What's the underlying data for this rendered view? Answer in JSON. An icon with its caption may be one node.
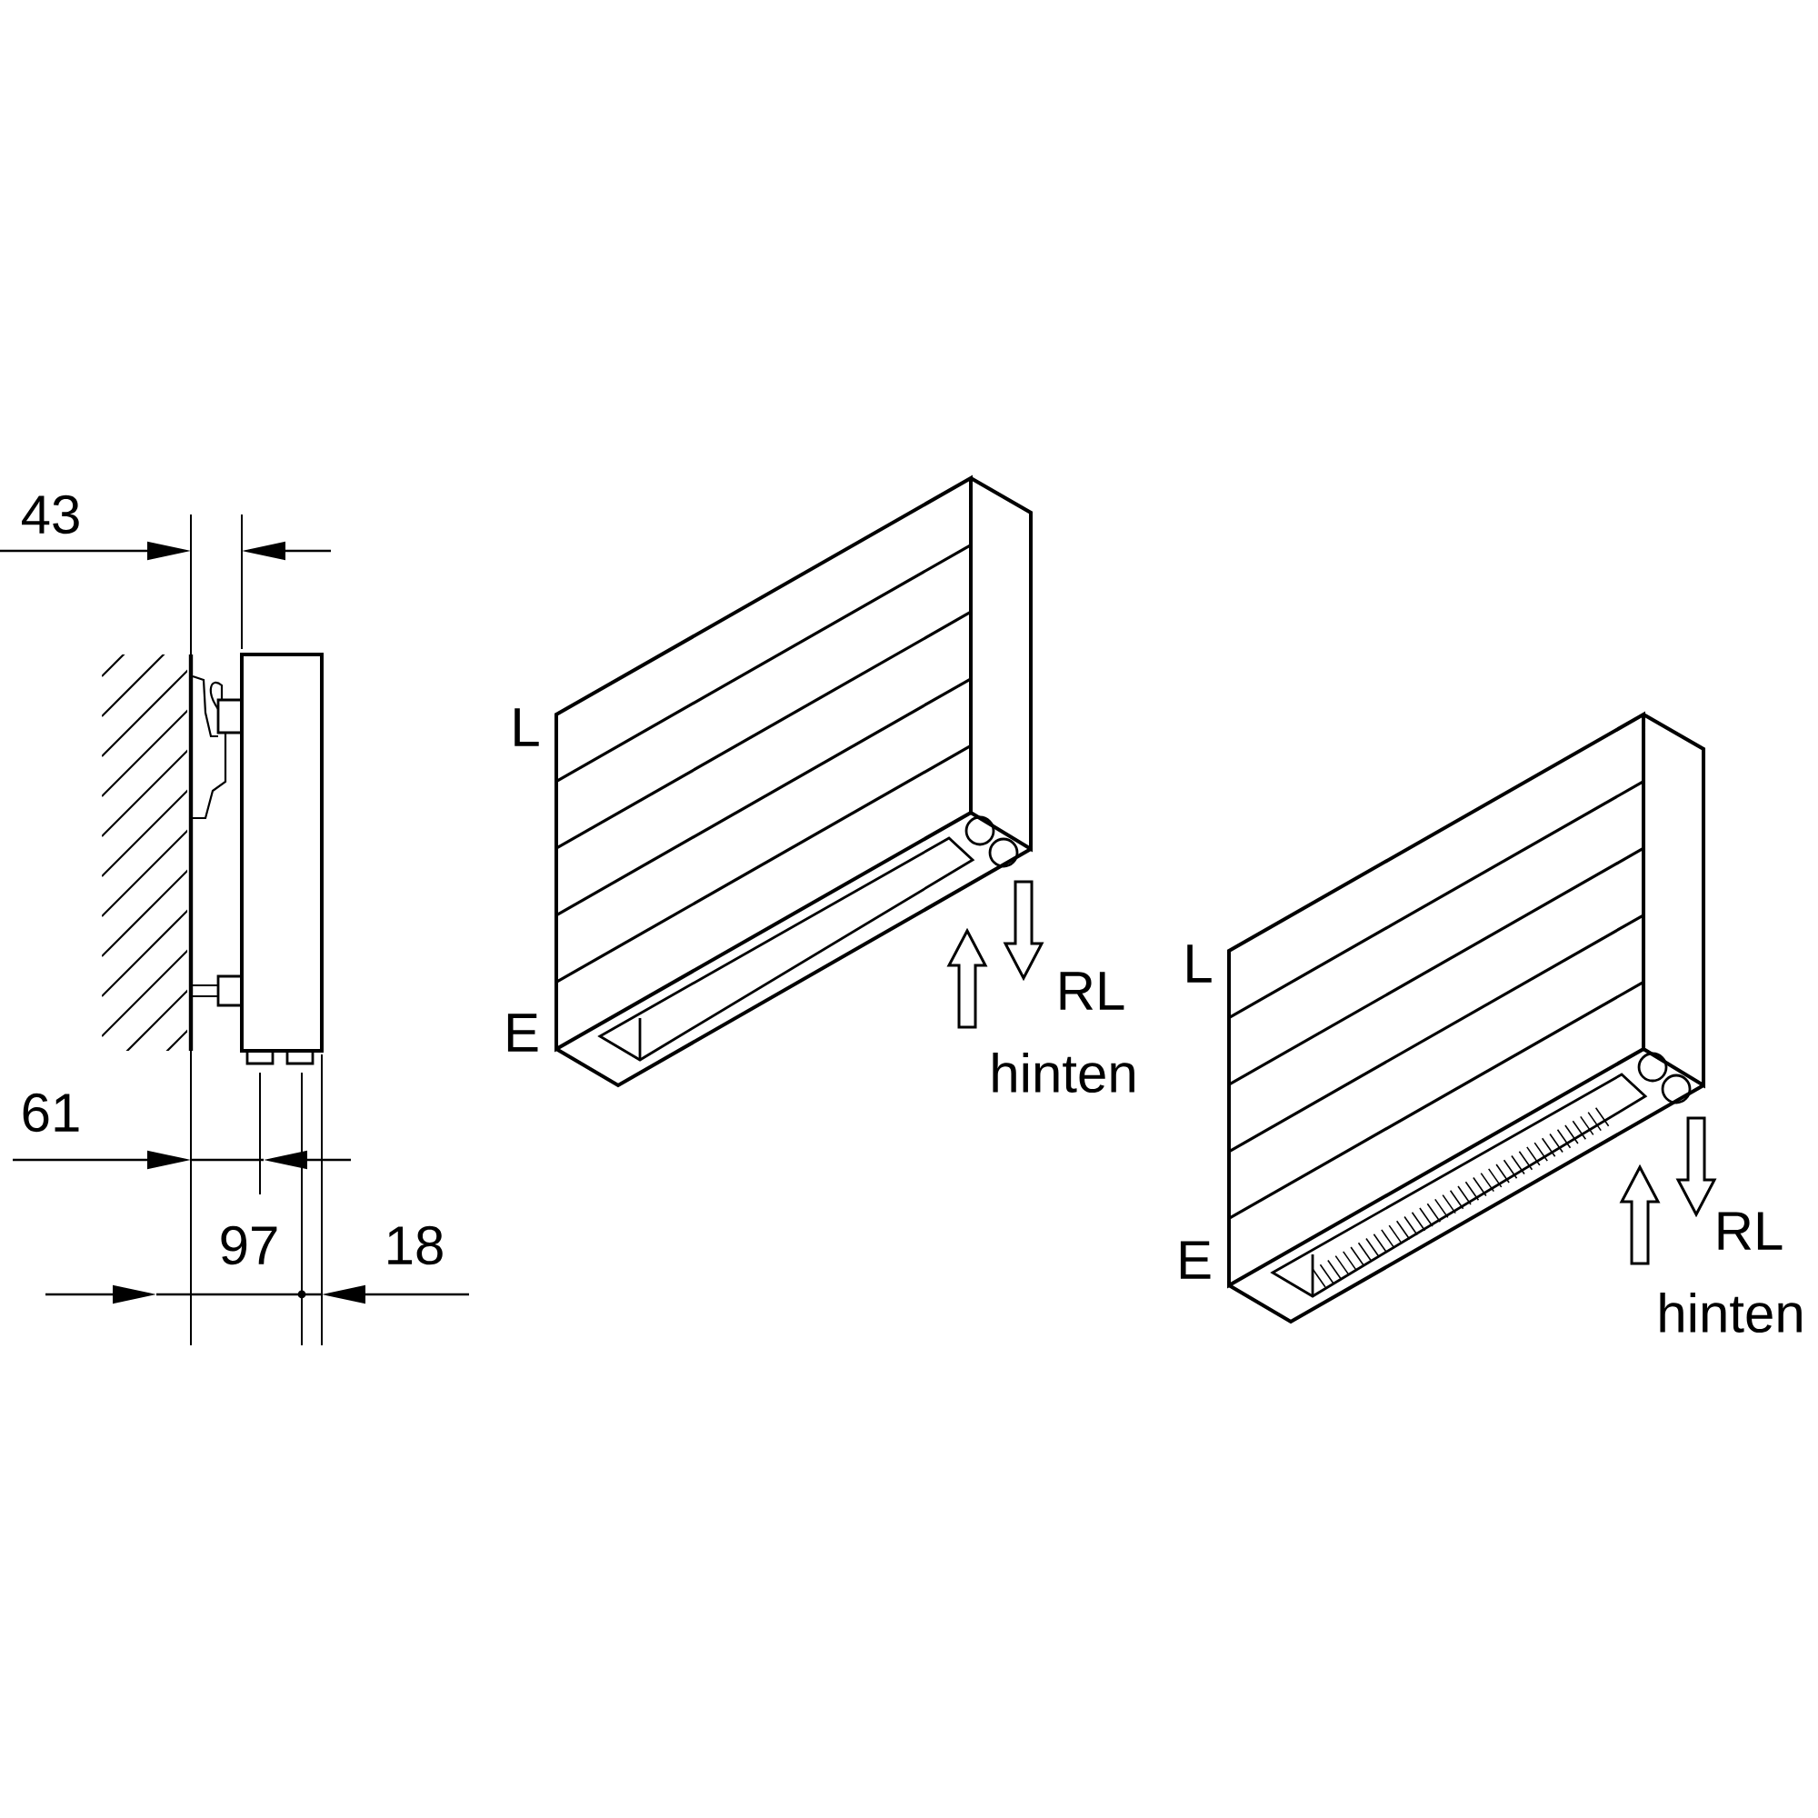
{
  "diagram": {
    "labels": [
      "43",
      "61",
      "97",
      "18",
      "L",
      "E",
      "RL",
      "hinten",
      "L",
      "E",
      "RL",
      "hinten"
    ]
  }
}
